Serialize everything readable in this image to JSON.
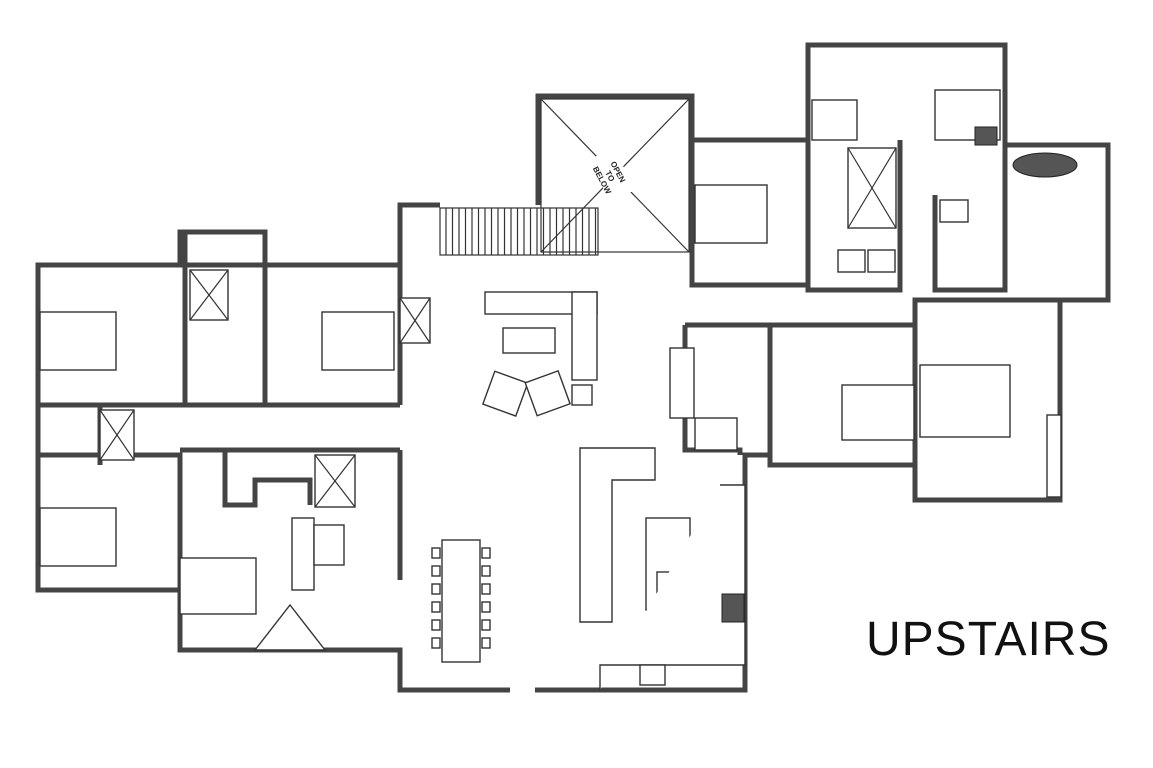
{
  "title": "UPSTAIRS",
  "open_to_below": {
    "line1": "OPEN",
    "line2": "TO",
    "line3": "BELOW"
  }
}
